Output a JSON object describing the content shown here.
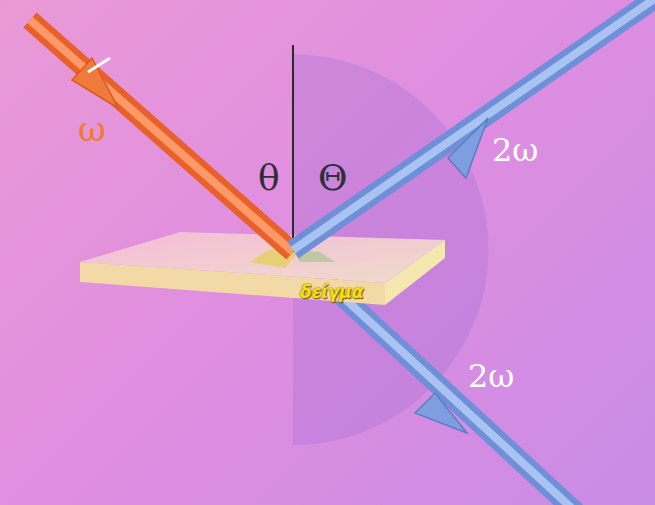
{
  "diagram": {
    "nodes": [
      {
        "text": [
          "δείγμα"
        ]
      }
    ],
    "labels": [
      "ω",
      "θ",
      "Θ",
      "2ω",
      "2ω"
    ]
  }
}
